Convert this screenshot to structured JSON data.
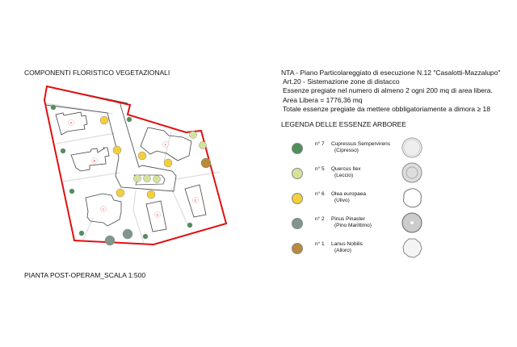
{
  "title": "COMPONENTI FLORISTICO VEGETAZIONALI",
  "footer": "PIANTA POST-OPERAM_SCALA 1:500",
  "nta": {
    "line1": "NTA - Piano Particolareggiato di esecuzione N.12 \"Casalotti-Mazzalupo\"",
    "line2": "Art.20 - Sistemazione zone di distacco",
    "line3": "Essenze pregiate nel numero di almeno 2 ogni 200 mq di area libera.",
    "line4": "Area Libera = 1776,36 mq",
    "line5": "Totale essenze pregiate da mettere obbligatoriamente a dimora  ≥ 18"
  },
  "legend": {
    "title": "LEGENDA DELLE ESSENZE ARBOREE",
    "items": [
      {
        "count": "n° 7",
        "name": "Cupressus Sempervirens",
        "common": "(Cipresso)",
        "color": "#4f8f5a"
      },
      {
        "count": "n° 5",
        "name": "Quercus Ilex",
        "common": "(Leccio)",
        "color": "#d5e39a"
      },
      {
        "count": "n° 6",
        "name": "Olea europaea",
        "common": "(Ulivo)",
        "color": "#f3cf3c"
      },
      {
        "count": "n° 2",
        "name": "Pinus Pinaster",
        "common": "(Pino Marittimo)",
        "color": "#7f988b"
      },
      {
        "count": "n° 1",
        "name": "Lanus Nobilis",
        "common": "(Alloro)",
        "color": "#b88b3a"
      }
    ]
  },
  "buildings": [
    "A",
    "B",
    "C",
    "D",
    "E",
    "F"
  ]
}
